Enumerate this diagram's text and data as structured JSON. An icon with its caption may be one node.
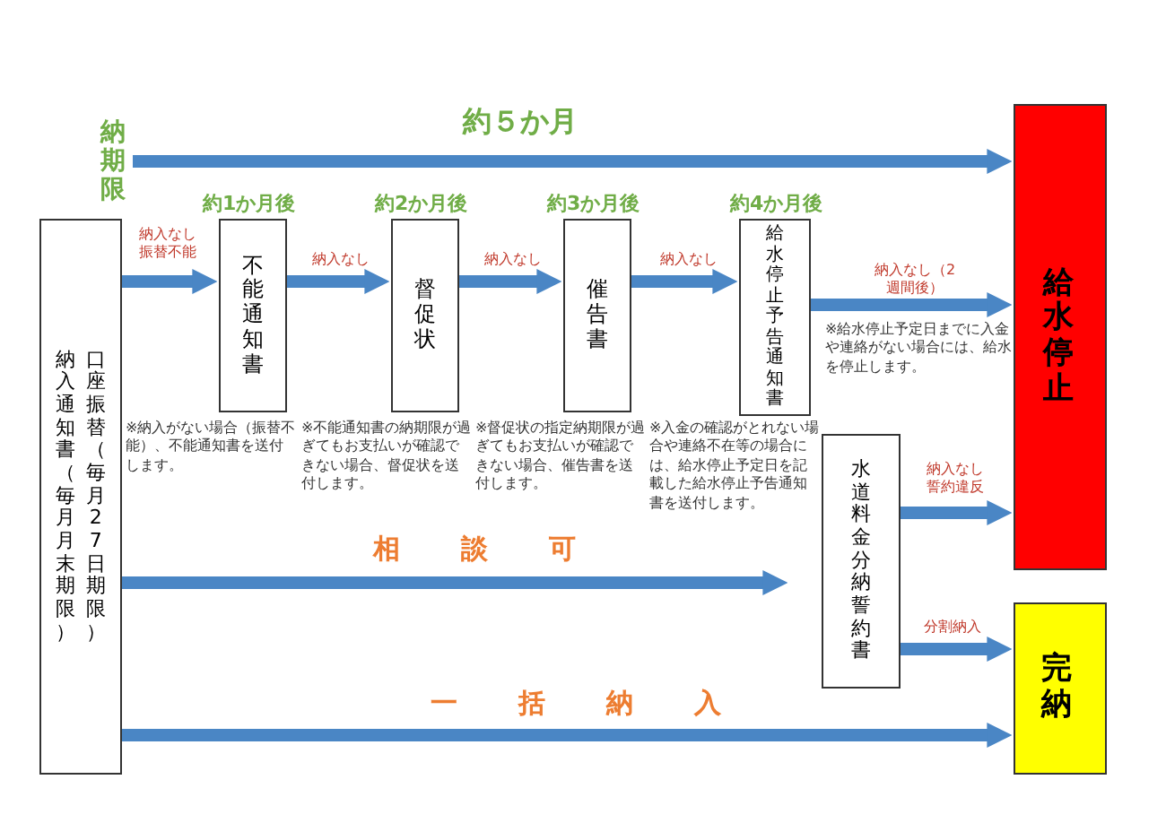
{
  "diagram": {
    "nodes": [
      {
        "text": [
          "納期限"
        ]
      },
      {
        "text": [
          "納入通知書（毎月月末期限）",
          "口座振替（毎月27日期限）"
        ]
      },
      {
        "text": [
          "不能通知書"
        ],
        "beside": [
          "約1か月後",
          "※納入がない場合（振替不能）、不能通知書を送付します。"
        ]
      },
      {
        "text": [
          "督促状"
        ],
        "beside": [
          "約2か月後",
          "※不能通知書の納期限が過ぎてもお支払いが確認できない場合、督促状を送付します。"
        ]
      },
      {
        "text": [
          "催告書"
        ],
        "beside": [
          "約3か月後",
          "※督促状の指定納期限が過ぎてもお支払いが確認できない場合、催告書を送付します。"
        ]
      },
      {
        "text": [
          "給水停止予告通知書"
        ],
        "beside": [
          "約4か月後",
          "※入金の確認がとれない場合や連絡不在等の場合には、給水停止予定日を記載した給水停止予告通知書を送付します。"
        ]
      },
      {
        "text": [
          "給水停止"
        ]
      },
      {
        "text": [
          "水道料金分納誓約書"
        ]
      },
      {
        "text": [
          "完納"
        ]
      }
    ],
    "edges": [
      {
        "from": 0,
        "to": 6,
        "arrow": "to",
        "label": "約５か月"
      },
      {
        "from": 1,
        "to": 2,
        "arrow": "to",
        "label": "納入なし振替不能"
      },
      {
        "from": 2,
        "to": 3,
        "arrow": "to",
        "label": "納入なし"
      },
      {
        "from": 3,
        "to": 4,
        "arrow": "to",
        "label": "納入なし"
      },
      {
        "from": 4,
        "to": 5,
        "arrow": "to",
        "label": "納入なし"
      },
      {
        "from": 5,
        "to": 6,
        "arrow": "to",
        "label": "納入なし（2週間後）"
      },
      {
        "from": 1,
        "to": 7,
        "arrow": "to",
        "label": "相談可"
      },
      {
        "from": 7,
        "to": 6,
        "arrow": "to",
        "label": "納入なし誓約違反"
      },
      {
        "from": 7,
        "to": 8,
        "arrow": "to",
        "label": "分割納入"
      },
      {
        "from": 1,
        "to": 8,
        "arrow": "to",
        "label": "一括納入"
      }
    ],
    "labels": [
      "※給水停止予定日までに入金や連絡がない場合には、給水を停止します。"
    ]
  }
}
